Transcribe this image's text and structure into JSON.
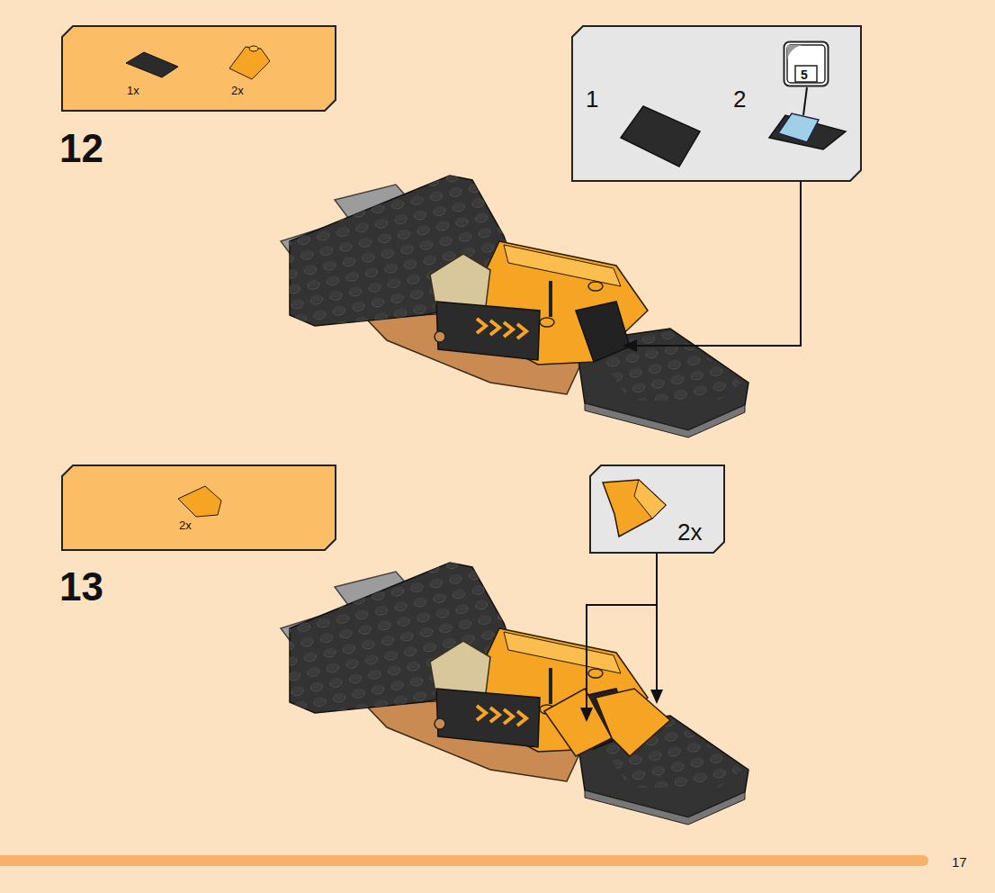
{
  "diagram": {
    "nodes": [
      {
        "text": [
          "1x",
          "2x"
        ]
      },
      {
        "text": [
          "1",
          "2"
        ]
      },
      {
        "text": [
          "5"
        ],
        "in": 1
      },
      {
        "text": [
          "2x"
        ]
      },
      {
        "text": [
          "2x"
        ]
      }
    ],
    "labels": [
      "12",
      "13",
      "17"
    ]
  }
}
